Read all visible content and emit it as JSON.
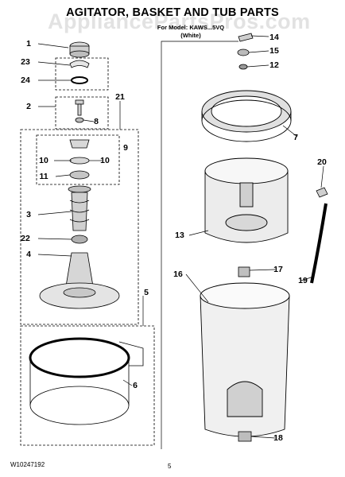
{
  "header": {
    "title": "AGITATOR, BASKET AND TUB PARTS",
    "model_line": "For Model: KAWS...5VQ",
    "model_variant": "(White)"
  },
  "watermark": "AppliancePartsPros.com",
  "footer": {
    "doc_number": "W10247192",
    "page_number": "5"
  },
  "callouts": [
    "1",
    "23",
    "24",
    "2",
    "8",
    "21",
    "9",
    "10",
    "10",
    "11",
    "3",
    "22",
    "4",
    "5",
    "6",
    "14",
    "15",
    "12",
    "7",
    "20",
    "13",
    "17",
    "19",
    "16",
    "18"
  ]
}
